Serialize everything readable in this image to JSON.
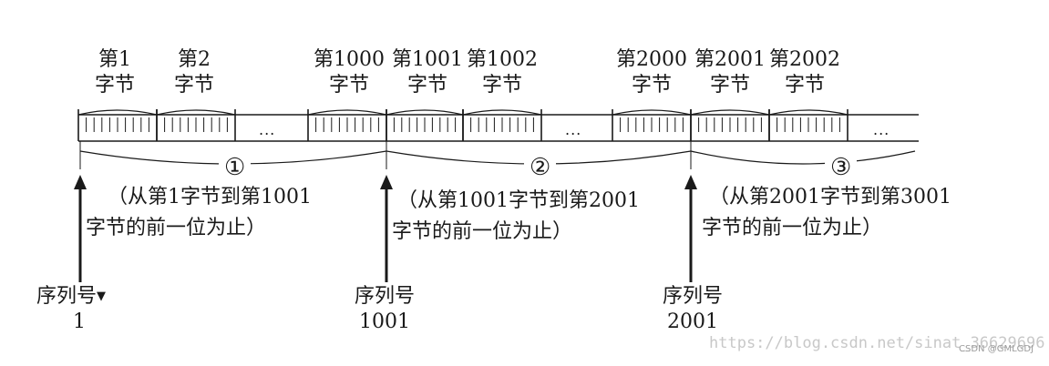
{
  "byte_labels": [
    {
      "top": "第1",
      "bottom": "字节"
    },
    {
      "top": "第2",
      "bottom": "字节"
    },
    {
      "top": "第1000",
      "bottom": "字节"
    },
    {
      "top": "第1001",
      "bottom": "字节"
    },
    {
      "top": "第1002",
      "bottom": "字节"
    },
    {
      "top": "第2000",
      "bottom": "字节"
    },
    {
      "top": "第2001",
      "bottom": "字节"
    },
    {
      "top": "第2002",
      "bottom": "字节"
    }
  ],
  "ellipsis": "...",
  "segments": [
    {
      "marker": "①",
      "line1": "（从第1字节到第1001",
      "line2": "字节的前一位为止）"
    },
    {
      "marker": "②",
      "line1": "（从第1001字节到第2001",
      "line2": "字节的前一位为止）"
    },
    {
      "marker": "③",
      "line1": "（从第2001字节到第3001",
      "line2": "字节的前一位为止）"
    }
  ],
  "sequence_labels": [
    {
      "label": "序列号",
      "number": "1",
      "mark": "▼"
    },
    {
      "label": "序列号",
      "number": "1001"
    },
    {
      "label": "序列号",
      "number": "2001"
    }
  ],
  "watermark": "https://blog.csdn.net/sinat_36629696",
  "csdn_mark": "CSDN @GMLGDJ",
  "colors": {
    "ink": "#1a1a1a",
    "watermark": "#c8c8c8"
  }
}
